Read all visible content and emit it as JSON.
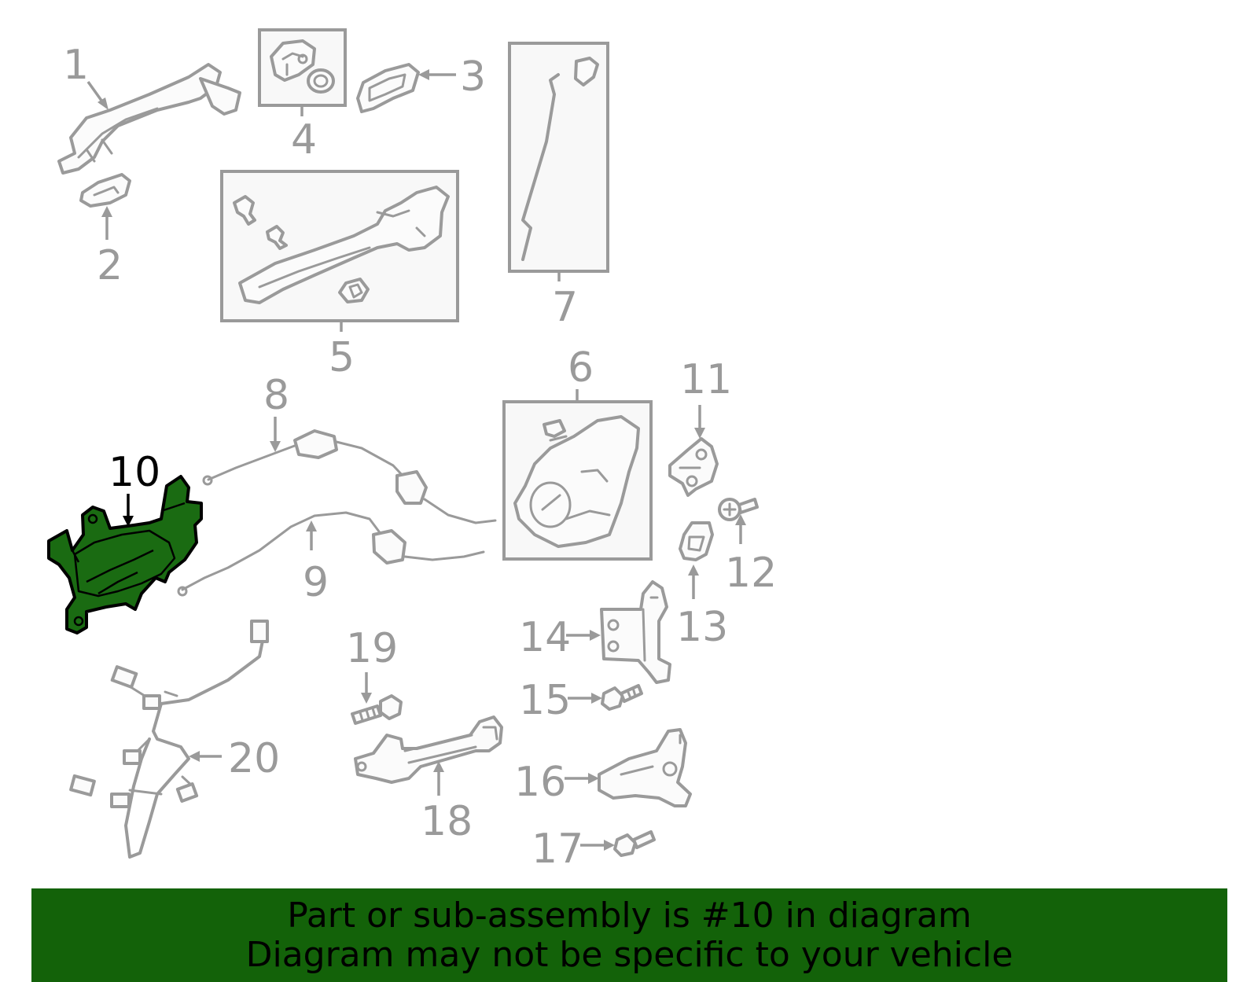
{
  "callouts": {
    "n1": "1",
    "n2": "2",
    "n3": "3",
    "n4": "4",
    "n5": "5",
    "n6": "6",
    "n7": "7",
    "n8": "8",
    "n9": "9",
    "n10": "10",
    "n11": "11",
    "n12": "12",
    "n13": "13",
    "n14": "14",
    "n15": "15",
    "n16": "16",
    "n17": "17",
    "n18": "18",
    "n19": "19",
    "n20": "20"
  },
  "highlighted_part": "10",
  "colors": {
    "highlight_fill": "#1a6b12",
    "banner_background": "#136209",
    "part_stroke": "#9a9a9a"
  },
  "banner": {
    "line1": "Part or sub-assembly is #10 in diagram",
    "line2": "Diagram may not be specific to your vehicle"
  }
}
